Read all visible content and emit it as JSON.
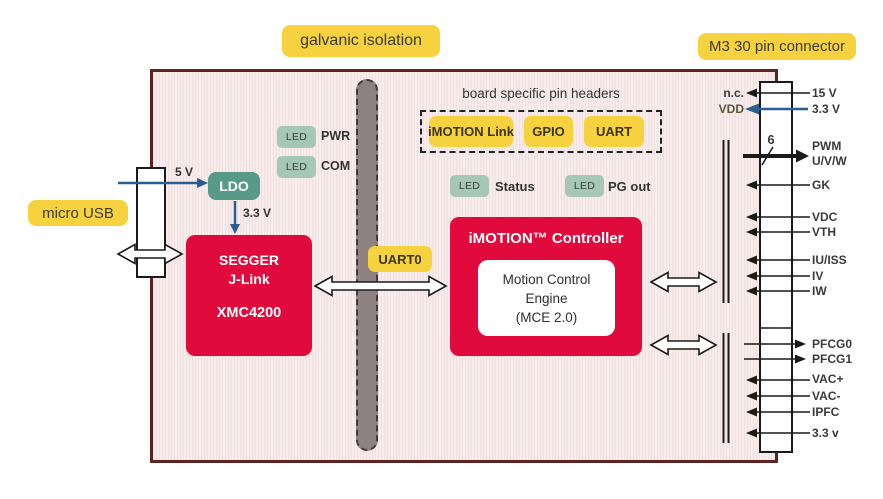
{
  "colors": {
    "board_fill": "#f7ebeb",
    "board_border": "#5f2422",
    "accent_yellow": "#f6d23f",
    "accent_red": "#e10a3c",
    "ldo_teal": "#579a88",
    "led_green": "#a6c7b6",
    "isolation_gray": "#8d8181",
    "arrow_blue": "#2b5d8f",
    "line_black": "#1a1a1a"
  },
  "callouts": {
    "galvanic_isolation": "galvanic isolation",
    "m3_connector": "M3 30 pin connector",
    "micro_usb": "micro USB"
  },
  "pin_headers": {
    "title": "board specific pin headers",
    "chips": [
      "iMOTION Link",
      "GPIO",
      "UART"
    ]
  },
  "leds": [
    {
      "box": "LED",
      "label": "PWR"
    },
    {
      "box": "LED",
      "label": "COM"
    },
    {
      "box": "LED",
      "label": "Status"
    },
    {
      "box": "LED",
      "label": "PG out"
    }
  ],
  "power": {
    "ldo": "LDO",
    "input": "5 V",
    "output": "3.3 V"
  },
  "debugger": {
    "name": "SEGGER",
    "product": "J-Link",
    "mcu": "XMC4200"
  },
  "isolation": {
    "uart_label": "UART0"
  },
  "controller": {
    "title": "iMOTION™ Controller",
    "engine": [
      "Motion Control",
      "Engine",
      "(MCE 2.0)"
    ]
  },
  "connector": {
    "left_pins": [
      "n.c.",
      "VDD"
    ],
    "bus_width": "6",
    "right_pins": [
      "15 V",
      "3.3 V",
      "PWM",
      "U/V/W",
      "GK",
      "VDC",
      "VTH",
      "IU/ISS",
      "IV",
      "IW",
      "PFCG0",
      "PFCG1",
      "VAC+",
      "VAC-",
      "IPFC",
      "3.3 v"
    ]
  }
}
